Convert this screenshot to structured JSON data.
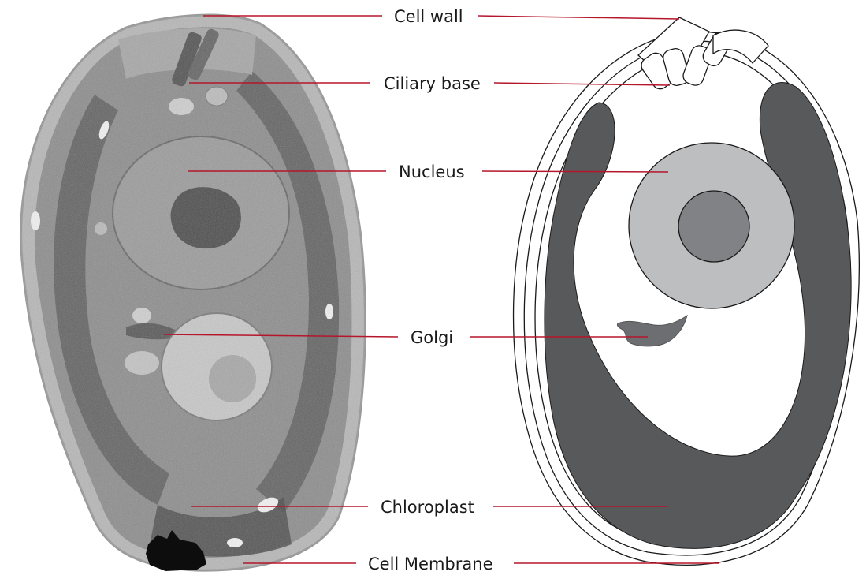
{
  "labels": [
    {
      "id": "cell-wall",
      "text": "Cell wall"
    },
    {
      "id": "ciliary-base",
      "text": "Ciliary base"
    },
    {
      "id": "nucleus",
      "text": "Nucleus"
    },
    {
      "id": "golgi",
      "text": "Golgi"
    },
    {
      "id": "chloroplast",
      "text": "Chloroplast"
    },
    {
      "id": "cell-membrane",
      "text": "Cell Membrane"
    }
  ],
  "colors": {
    "leader_line": "#b5162b",
    "label_text": "#1a1a1a",
    "em_cytoplasm": "#8e8e8e",
    "chloroplast_fill": "#58595b",
    "nucleus_fill": "#bcbec0",
    "nucleolus_fill": "#808285",
    "golgi_fill": "#6d6e71"
  }
}
